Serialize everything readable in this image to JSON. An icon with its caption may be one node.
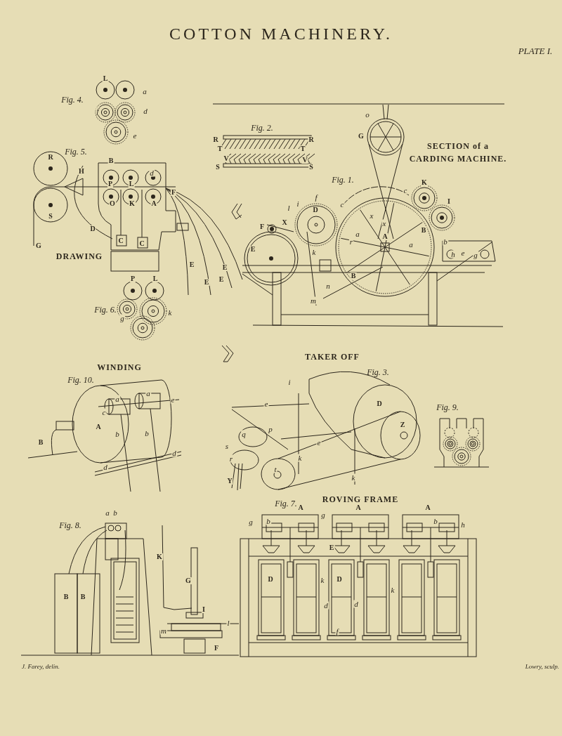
{
  "diagram": {
    "title": "COTTON MACHINERY.",
    "labels": [
      "PLATE I.",
      "Fig. 4.",
      "L",
      "a",
      "f",
      "d",
      "e",
      "Fig. 2.",
      "R",
      "R",
      "T",
      "T",
      "V",
      "V",
      "S",
      "S",
      "o",
      "G",
      "SECTION of a CARDING MACHINE.",
      "Fig. 5.",
      "R",
      "B",
      "H",
      "P",
      "L",
      "d",
      "F",
      "O",
      "K",
      "A",
      "S",
      "D",
      "C",
      "C",
      "G",
      "DRAWING",
      "E",
      "E",
      "E",
      "E",
      "Fig. 1.",
      "K",
      "c",
      "c",
      "f",
      "i",
      "l",
      "D",
      "I",
      "X",
      "x",
      "x",
      "F",
      "B",
      "a",
      "A",
      "r",
      "a",
      "b",
      "E",
      "k",
      "h",
      "e",
      "g",
      "B",
      "n",
      "m",
      "P",
      "L",
      "Fig. 6.",
      "k",
      "g",
      "WINDING",
      "TAKER OFF",
      "Fig. 10.",
      "Fig. 3.",
      "i",
      "a",
      "a",
      "e",
      "e",
      "D",
      "Fig. 9.",
      "c",
      "Z",
      "A",
      "b",
      "b",
      "q",
      "p",
      "B",
      "s",
      "e",
      "d",
      "r",
      "k",
      "d",
      "t",
      "Y",
      "k",
      "ROVING FRAME",
      "Fig. 7.",
      "A",
      "A",
      "A",
      "a",
      "b",
      "g",
      "Fig. 8.",
      "g",
      "b",
      "b",
      "h",
      "E",
      "K",
      "G",
      "D",
      "k",
      "D",
      "B",
      "B",
      "k",
      "I",
      "d",
      "d",
      "m",
      "l",
      "f",
      "F",
      "J. Farey, delin.",
      "Lowry, sculp."
    ]
  }
}
